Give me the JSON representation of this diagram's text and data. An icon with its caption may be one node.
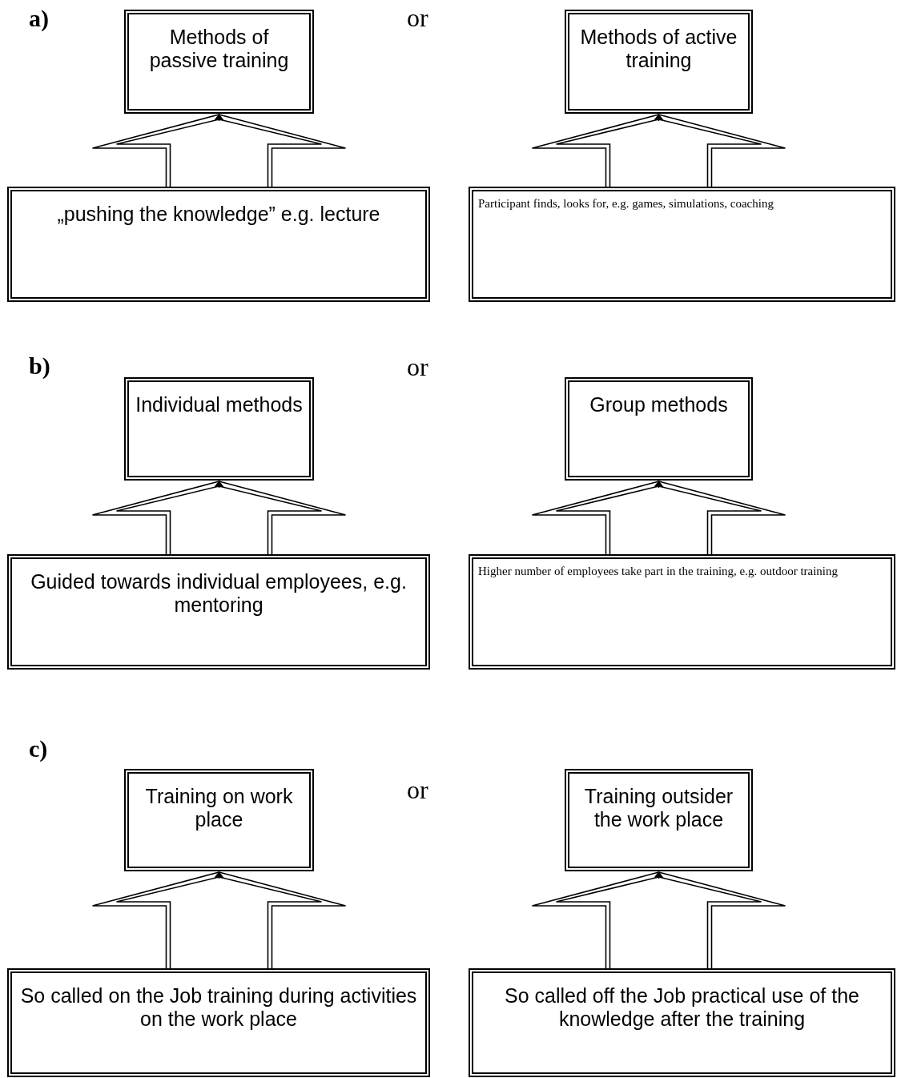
{
  "diagram": {
    "nodes": [
      {
        "text": [
          "Methods of passive training"
        ]
      },
      {
        "text": [
          "Methods of active training"
        ]
      },
      {
        "text": [
          "„pushing the knowledge” e.g. lecture"
        ]
      },
      {
        "text": [
          "Participant finds, looks for, e.g. games, simulations, coaching"
        ]
      },
      {
        "text": [
          "Individual methods"
        ]
      },
      {
        "text": [
          "Group methods"
        ]
      },
      {
        "text": [
          "Guided towards individual employees, e.g. mentoring"
        ]
      },
      {
        "text": [
          "Higher number of employees take part in the training, e.g. outdoor training"
        ]
      },
      {
        "text": [
          "Training on work place"
        ]
      },
      {
        "text": [
          "Training outsider the work place"
        ]
      },
      {
        "text": [
          "So called on the Job training during activities on the work place"
        ]
      },
      {
        "text": [
          "So called off the Job practical use of the knowledge after the training"
        ]
      }
    ],
    "edges": [
      {
        "from": 2,
        "to": 0,
        "arrow": "to"
      },
      {
        "from": 3,
        "to": 1,
        "arrow": "to"
      },
      {
        "from": 6,
        "to": 4,
        "arrow": "to"
      },
      {
        "from": 7,
        "to": 5,
        "arrow": "to"
      },
      {
        "from": 10,
        "to": 8,
        "arrow": "to"
      },
      {
        "from": 11,
        "to": 9,
        "arrow": "to"
      }
    ],
    "labels": [
      "a)",
      "or",
      "b)",
      "or",
      "c)",
      "or"
    ]
  }
}
